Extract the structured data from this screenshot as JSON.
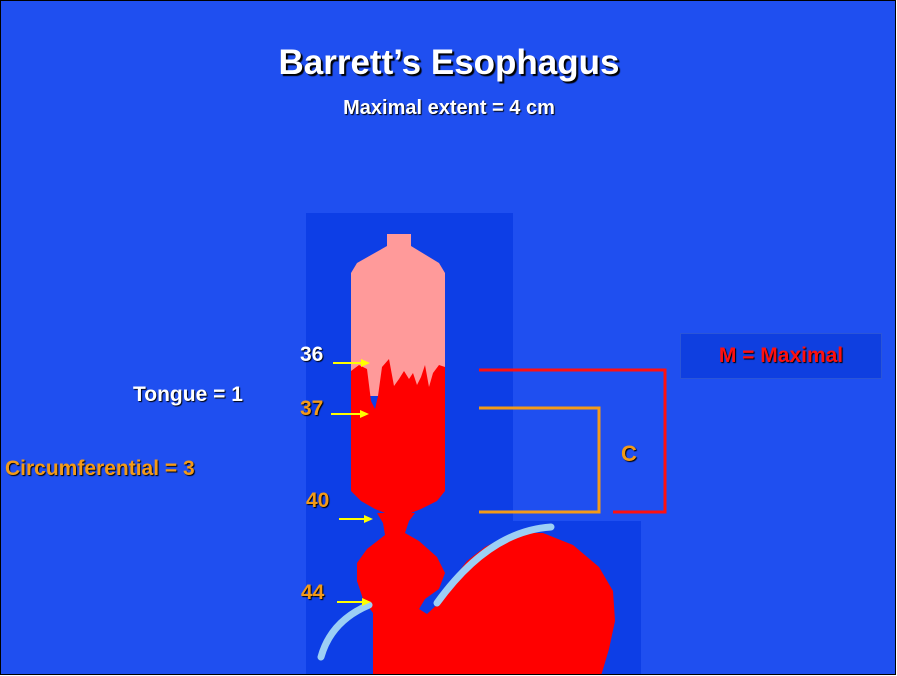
{
  "title": "Barrett’s Esophagus",
  "subtitle": "Maximal extent = 4 cm",
  "labels": {
    "tongue": "Tongue = 1",
    "circumferential": "Circumferential = 3",
    "maximal": "M = Maximal",
    "c": "C"
  },
  "markers": {
    "m36": "36",
    "m37": "37",
    "m40": "40",
    "m44": "44"
  },
  "colors": {
    "background": "#1f4ff0",
    "panel": "#0d3ee6",
    "squamous_mucosa": "#ff9a9a",
    "barrett_mucosa": "#ff0000",
    "arrows": "#ffff00",
    "circumferential_bracket": "#f39a18",
    "maximal_bracket": "#ff1010",
    "diaphragm_crura": "#9ccff5"
  }
}
